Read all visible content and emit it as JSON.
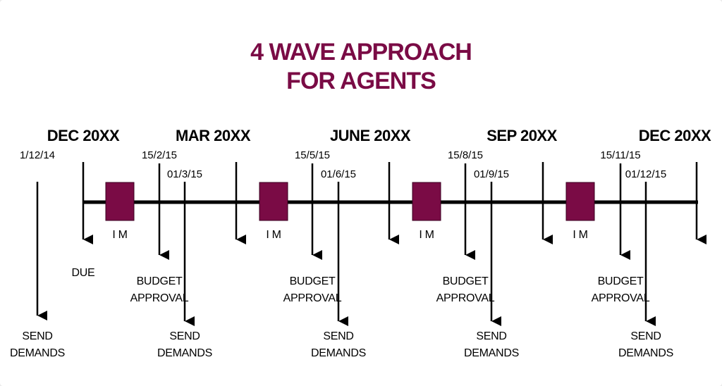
{
  "title": {
    "line1": "4 WAVE APPROACH",
    "line2": "FOR AGENTS"
  },
  "colors": {
    "accent": "#7a0b45",
    "line": "#000000",
    "background": "#ffffff"
  },
  "quarters": [
    {
      "month": "DEC 20XX",
      "note": "DUE"
    },
    {
      "month": "MAR 20XX"
    },
    {
      "month": "JUNE 20XX"
    },
    {
      "month": "SEP 20XX"
    },
    {
      "month": "DEC 20XX"
    }
  ],
  "im_label": "I M",
  "start_event": {
    "date": "1/12/14",
    "label_line1": "SEND",
    "label_line2": "DEMANDS"
  },
  "waves": [
    {
      "budget_date": "15/2/15",
      "budget_line1": "BUDGET",
      "budget_line2": "APPROVAL",
      "demand_date": "01/3/15",
      "demand_line1": "SEND",
      "demand_line2": "DEMANDS"
    },
    {
      "budget_date": "15/5/15",
      "budget_line1": "BUDGET",
      "budget_line2": "APPROVAL",
      "demand_date": "01/6/15",
      "demand_line1": "SEND",
      "demand_line2": "DEMANDS"
    },
    {
      "budget_date": "15/8/15",
      "budget_line1": "BUDGET",
      "budget_line2": "APPROVAL",
      "demand_date": "01/9/15",
      "demand_line1": "SEND",
      "demand_line2": "DEMANDS"
    },
    {
      "budget_date": "15/11/15",
      "budget_line1": "BUDGET",
      "budget_line2": "APPROVAL",
      "demand_date": "01/12/15",
      "demand_line1": "SEND",
      "demand_line2": "DEMANDS"
    }
  ]
}
